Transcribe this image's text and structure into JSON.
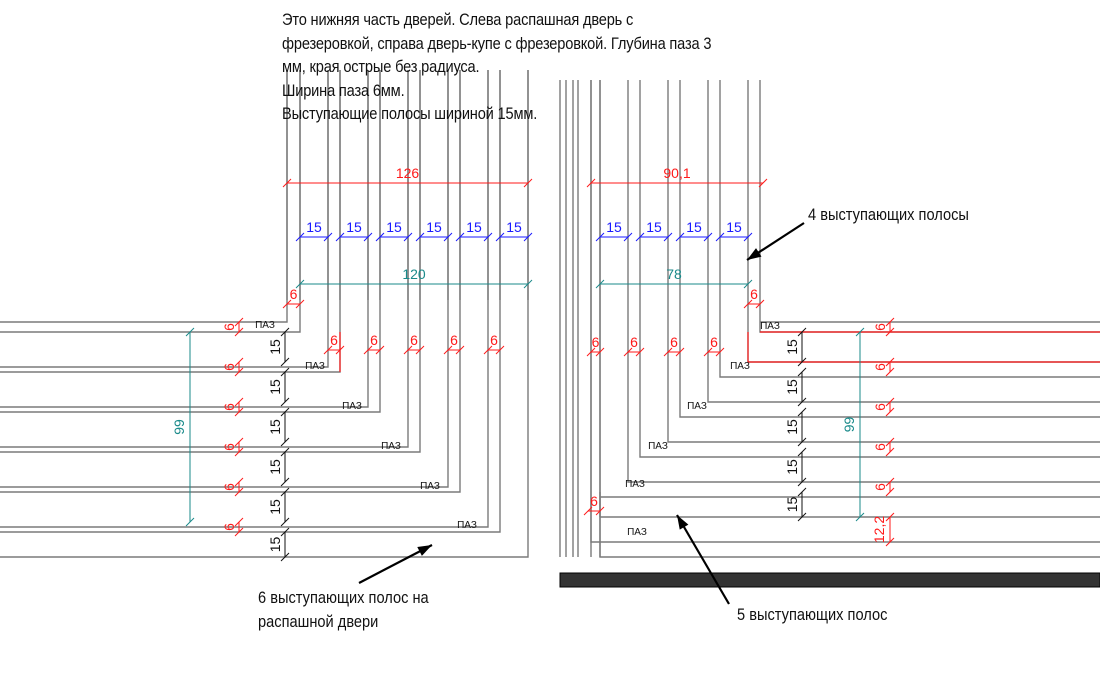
{
  "title": "Door bottom milling drawing",
  "note_lines": [
    "Это нижняя часть дверей. Слева распашная дверь с",
    "фрезеровкой, справа дверь-купе с фрезеровкой. Глубина паза 3",
    "мм, края острые без радиуса.",
    "Ширина паза 6мм.",
    "Выступающие полосы шириной 15мм."
  ],
  "callouts": {
    "left_bottom": [
      "6 выступающих полос на",
      "распашной двери"
    ],
    "right_top": "4 выступающих полосы",
    "right_bottom": "5 выступающих полос"
  },
  "groove_label": "ПАЗ",
  "colors": {
    "line": "#7a7a7a",
    "dim_red": "#ff1a1a",
    "dim_blue": "#1a1aff",
    "dim_teal": "#1a8a8a",
    "dim_black": "#111111",
    "floor": "#333333"
  },
  "left_door": {
    "type": "hinged",
    "overall_width_dim": "126",
    "strips_width_dim": "120",
    "strip_width_dims": [
      "15",
      "15",
      "15",
      "15",
      "15",
      "15"
    ],
    "groove_width_dim": "6",
    "vertical_strip_dims": [
      "15",
      "15",
      "15",
      "15",
      "15",
      "15"
    ],
    "vertical_groove_dims": [
      "6",
      "6",
      "6",
      "6",
      "6",
      "6"
    ],
    "top_groove_dims": [
      "6",
      "6",
      "6",
      "6",
      "6"
    ],
    "vertical_total_dim": "99",
    "groove_labels": [
      "ПАЗ",
      "ПАЗ",
      "ПАЗ",
      "ПАЗ",
      "ПАЗ",
      "ПАЗ"
    ]
  },
  "right_door": {
    "type": "sliding",
    "overall_width_dim": "90,1",
    "strips_width_dim": "78",
    "strip_width_dims": [
      "15",
      "15",
      "15",
      "15"
    ],
    "groove_width_dim": "6",
    "vertical_strip_dims": [
      "15",
      "15",
      "15",
      "15",
      "15"
    ],
    "vertical_groove_dims": [
      "6",
      "6",
      "6",
      "6",
      "6"
    ],
    "bottom_edge_dim": "12,2",
    "top_groove_dims": [
      "6",
      "6",
      "6",
      "6"
    ],
    "bottom_groove_dim": "6",
    "vertical_total_dim": "99",
    "groove_labels": [
      "ПАЗ",
      "ПАЗ",
      "ПАЗ",
      "ПАЗ",
      "ПАЗ",
      "ПАЗ"
    ]
  }
}
